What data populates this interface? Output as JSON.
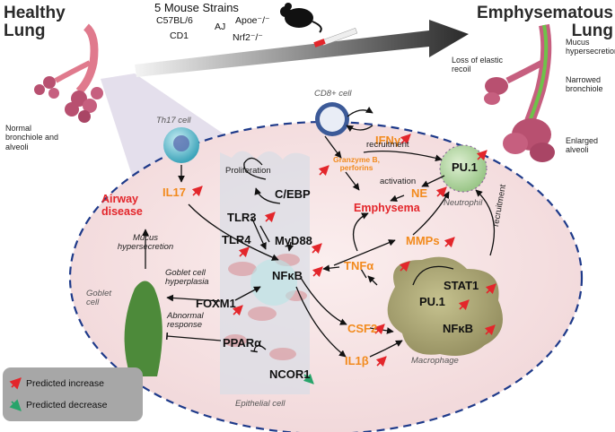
{
  "header": {
    "healthy_title": "Healthy Lung",
    "emphysema_title": "Emphysematous Lung",
    "strains_title": "5 Mouse Strains",
    "strains": [
      "C57BL/6",
      "AJ",
      "Apoe⁻/⁻",
      "CD1",
      "Nrf2⁻/⁻"
    ]
  },
  "lung_labels": {
    "normal": "Normal bronchiole and alveoli",
    "elastic": "Loss of elastic recoil",
    "mucus_hyper": "Mucus hypersecretion",
    "narrowed": "Narrowed bronchiole",
    "enlarged": "Enlarged alveoli"
  },
  "cells": {
    "th17": "Th17 cell",
    "cd8": "CD8+ cell",
    "neutrophil": "Neutrophil",
    "goblet": "Goblet cell",
    "macrophage": "Macrophage",
    "epithelial": "Epithelial cell"
  },
  "nodes": {
    "il17": "IL17",
    "ifng": "IFNγ",
    "granzyme": "Granzyme B, perforins",
    "pu1_neut": "PU.1",
    "ne": "NE",
    "emphysema": "Emphysema",
    "airway_disease": "Airway disease",
    "cebp": "C/EBP",
    "tlr3": "TLR3",
    "tlr4": "TLR4",
    "myd88": "MyD88",
    "nfkb_epi": "NFκB",
    "mmps": "MMPs",
    "tnfa": "TNFα",
    "foxm1": "FOXM1",
    "ppara": "PPARα",
    "ncor1": "NCOR1",
    "csf2": "CSF2",
    "il1b": "IL1β",
    "stat1": "STAT1",
    "pu1_mac": "PU.1",
    "nfkb_mac": "NFκB"
  },
  "edges": {
    "recruitment_top": "recruitment",
    "activation": "activation",
    "recruitment_right": "recruitment",
    "proliferation": "Proliferation",
    "mucus": "Mucus hypersecretion",
    "goblet_hyper": "Goblet cell hyperplasia",
    "abnormal": "Abnormal response"
  },
  "legend": {
    "increase": "Predicted increase",
    "decrease": "Predicted decrease",
    "increase_color": "#e3262b",
    "decrease_color": "#27a46a"
  },
  "colors": {
    "orange": "#f28a1d",
    "red": "#e3262b",
    "ellipse_fill": "#f6e4e4",
    "ellipse_border": "#1e3a8a"
  }
}
